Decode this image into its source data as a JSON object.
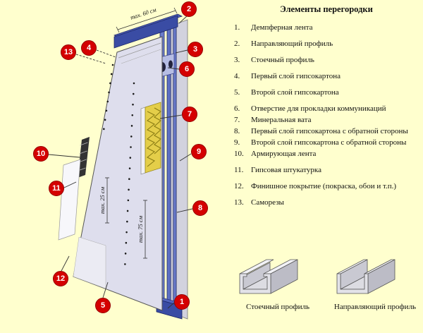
{
  "title": "Элементы перегородки",
  "legend": [
    {
      "num": "1.",
      "label": "Демпферная лента"
    },
    {
      "num": "2.",
      "label": "Направляющий профиль"
    },
    {
      "num": "3.",
      "label": "Стоечный профиль"
    },
    {
      "num": "4.",
      "label": "Первый слой гипсокартона"
    },
    {
      "num": "5.",
      "label": "Второй слой гипсокартона"
    },
    {
      "num": "6.",
      "label": "Отверстие для прокладки коммуникаций"
    },
    {
      "num": "7.",
      "label": "Минеральная вата"
    },
    {
      "num": "8.",
      "label": "Первый слой гипсокартона с обратной стороны"
    },
    {
      "num": "9.",
      "label": "Второй слой гипсокартона с обратной стороны"
    },
    {
      "num": "10.",
      "label": "Армирующая лента"
    },
    {
      "num": "11.",
      "label": "Гипсовая штукатурка"
    },
    {
      "num": "12.",
      "label": "Финишное покрытие (покраска, обои и т.п.)"
    },
    {
      "num": "13.",
      "label": "Саморезы"
    }
  ],
  "callouts": [
    "1",
    "2",
    "3",
    "4",
    "5",
    "6",
    "7",
    "8",
    "9",
    "10",
    "11",
    "12",
    "13"
  ],
  "dimensions": {
    "top": "max. 60 см",
    "mid": "max. 25 см",
    "low": "max. 75 см"
  },
  "profiles": {
    "stud": "Стоечный профиль",
    "track": "Направляющий профиль"
  },
  "colors": {
    "background": "#ffffce",
    "callout_red": "#d40000",
    "frame_blue": "#3a4ca4",
    "wool_yellow": "#e4ce49"
  }
}
